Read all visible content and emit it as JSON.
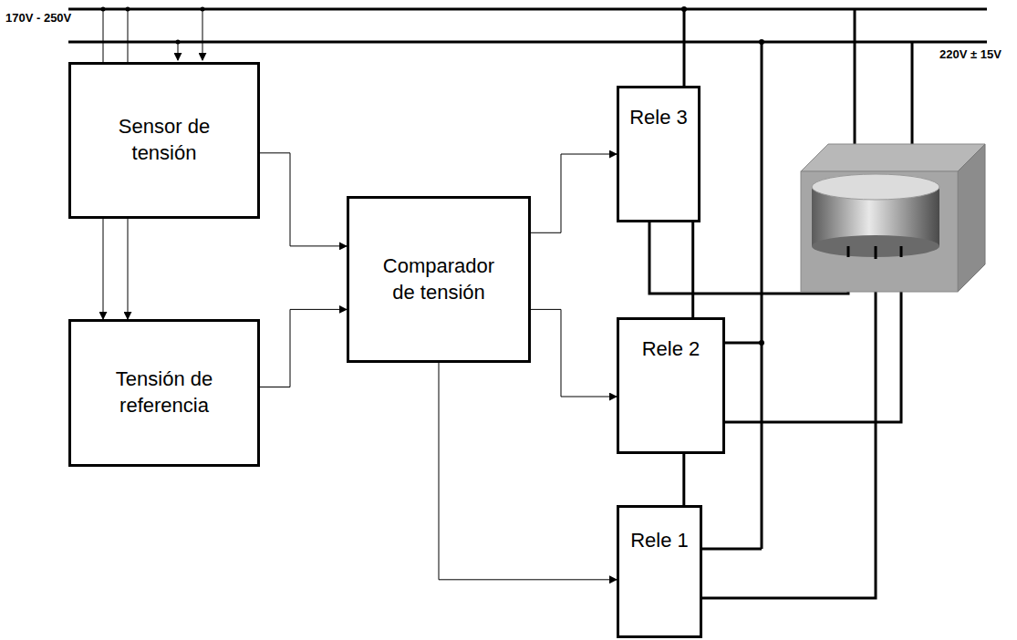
{
  "diagram": {
    "nodes": [
      {
        "text": [
          "Sensor de tensión"
        ]
      },
      {
        "text": [
          "Tensión de referencia"
        ]
      },
      {
        "text": [
          "Comparador de tensión"
        ]
      },
      {
        "text": [
          "Rele 3"
        ]
      },
      {
        "text": [
          "Rele 2"
        ]
      },
      {
        "text": [
          "Rele 1"
        ]
      }
    ],
    "edges": [
      {
        "from": 0,
        "to": 2,
        "arrow": "to"
      },
      {
        "from": 1,
        "to": 2,
        "arrow": "to"
      },
      {
        "from": 0,
        "to": 1,
        "arrow": "to"
      },
      {
        "from": 0,
        "to": 1,
        "arrow": "to"
      },
      {
        "from": 2,
        "to": 3,
        "arrow": "to"
      },
      {
        "from": 2,
        "to": 4,
        "arrow": "to"
      },
      {
        "from": 2,
        "to": 5,
        "arrow": "to"
      },
      {
        "from": 3,
        "to": 4,
        "arrow": "none"
      },
      {
        "from": 4,
        "to": 5,
        "arrow": "none"
      }
    ],
    "labels": [
      "170V - 250V",
      "220V ± 15V"
    ]
  }
}
